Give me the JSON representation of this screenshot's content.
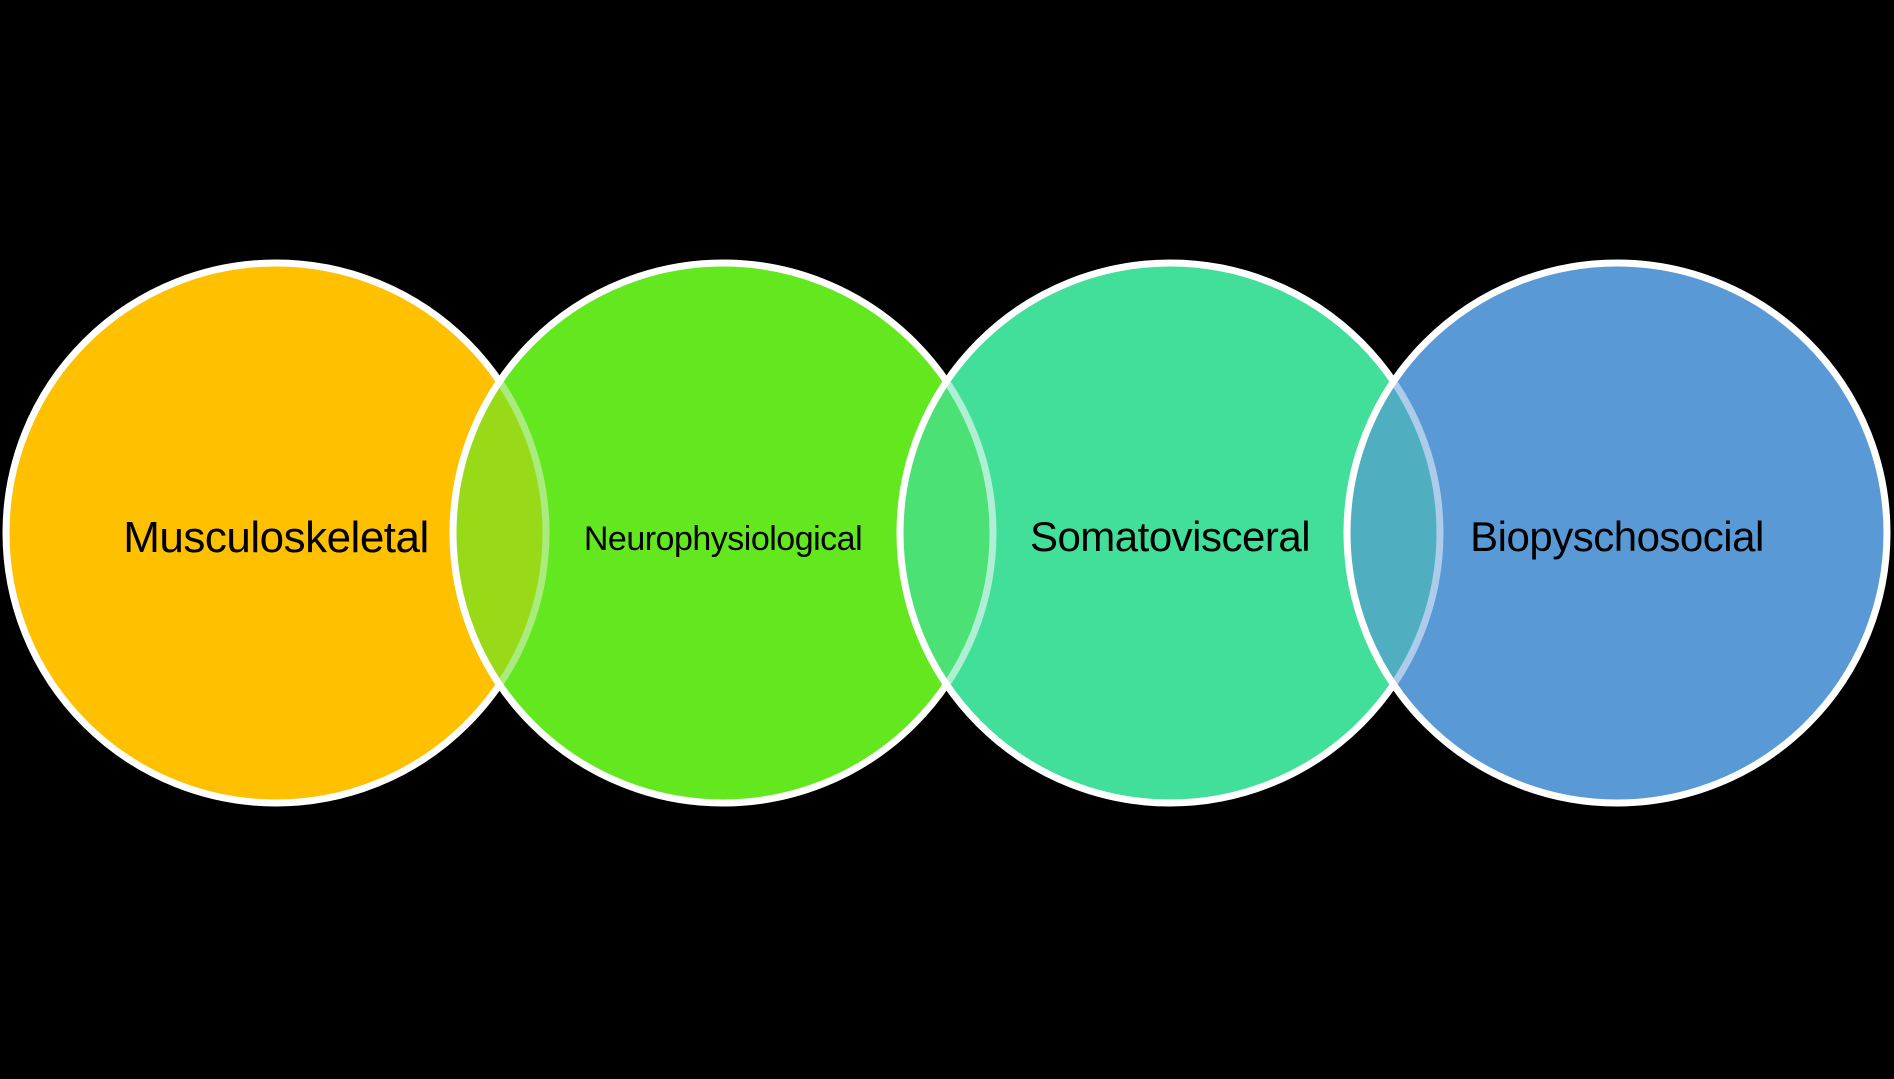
{
  "diagram": {
    "type": "venn-sequence",
    "background_color": "#000000",
    "stroke_color": "#FFFFFF",
    "text_color": "#000000",
    "circles": [
      {
        "id": "musculoskeletal",
        "label": "Musculoskeletal",
        "fill": "#FFC000"
      },
      {
        "id": "neurophysiological",
        "label": "Neurophysiological",
        "fill": "#63E71F"
      },
      {
        "id": "somatovisceral",
        "label": "Somatovisceral",
        "fill": "#41DF9A"
      },
      {
        "id": "biopyschosocial",
        "label": "Biopyschosocial",
        "fill": "#5899D6"
      }
    ],
    "overlaps": [
      {
        "between": [
          "Musculoskeletal",
          "Neurophysiological"
        ],
        "fill": "#99DA18",
        "border_tint": "#A9EB7D"
      },
      {
        "between": [
          "Neurophysiological",
          "Somatovisceral"
        ],
        "fill": "#4BE174",
        "border_tint": "#AFEFD3"
      },
      {
        "between": [
          "Somatovisceral",
          "Biopyschosocial"
        ],
        "fill": "#4FAEBF",
        "border_tint": "#ADCBEA"
      }
    ]
  }
}
